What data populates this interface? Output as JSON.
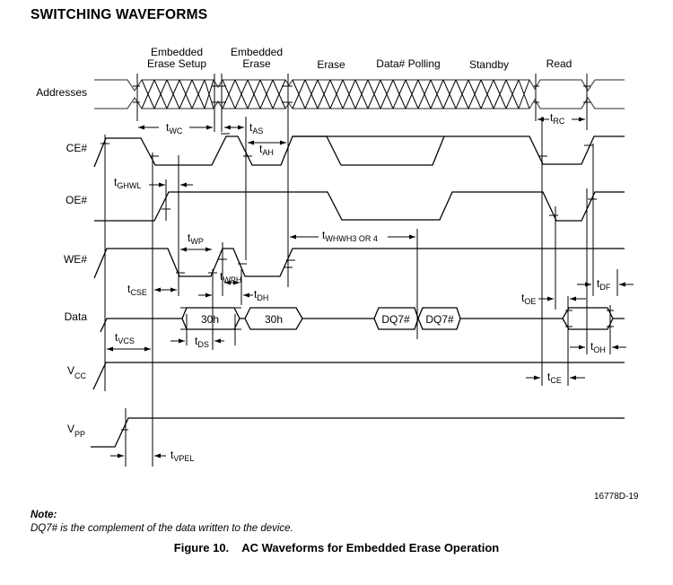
{
  "section_heading": "SWITCHING WAVEFORMS",
  "phases": [
    {
      "line1": "Embedded",
      "line2": "Erase Setup"
    },
    {
      "line1": "Embedded",
      "line2": "Erase"
    },
    {
      "line1": "Erase",
      "line2": ""
    },
    {
      "line1": "Data# Polling",
      "line2": ""
    },
    {
      "line1": "Standby",
      "line2": ""
    },
    {
      "line1": "Read",
      "line2": ""
    }
  ],
  "signals": {
    "addresses": "Addresses",
    "ce": "CE#",
    "oe": "OE#",
    "we": "WE#",
    "data": "Data",
    "vcc": {
      "main": "V",
      "sub": "CC"
    },
    "vpp": {
      "main": "V",
      "sub": "PP"
    }
  },
  "data_values": {
    "setup_data": "30h",
    "erase_data": "30h",
    "poll_1": "DQ7#",
    "poll_2": "DQ7#"
  },
  "timing_params": {
    "wc": {
      "main": "t",
      "sub": "WC"
    },
    "as": {
      "main": "t",
      "sub": "AS"
    },
    "ah": {
      "main": "t",
      "sub": "AH"
    },
    "rc": {
      "main": "t",
      "sub": "RC"
    },
    "ghwl": {
      "main": "t",
      "sub": "GHWL"
    },
    "wp": {
      "main": "t",
      "sub": "WP"
    },
    "wph": {
      "main": "t",
      "sub": "WPH"
    },
    "whwh": {
      "main": "t",
      "sub": "WHWH3 OR 4"
    },
    "cse": {
      "main": "t",
      "sub": "CSE"
    },
    "dh": {
      "main": "t",
      "sub": "DH"
    },
    "ds": {
      "main": "t",
      "sub": "DS"
    },
    "vcs": {
      "main": "t",
      "sub": "VCS"
    },
    "oe": {
      "main": "t",
      "sub": "OE"
    },
    "df": {
      "main": "t",
      "sub": "DF"
    },
    "oh": {
      "main": "t",
      "sub": "OH"
    },
    "ce": {
      "main": "t",
      "sub": "CE"
    },
    "vpel": {
      "main": "t",
      "sub": "VPEL"
    }
  },
  "figure_id": "16778D-19",
  "note": {
    "title": "Note:",
    "text": "DQ7# is the complement of the data written to the device."
  },
  "caption": {
    "number": "Figure 10.",
    "title": "AC Waveforms for Embedded Erase Operation"
  }
}
